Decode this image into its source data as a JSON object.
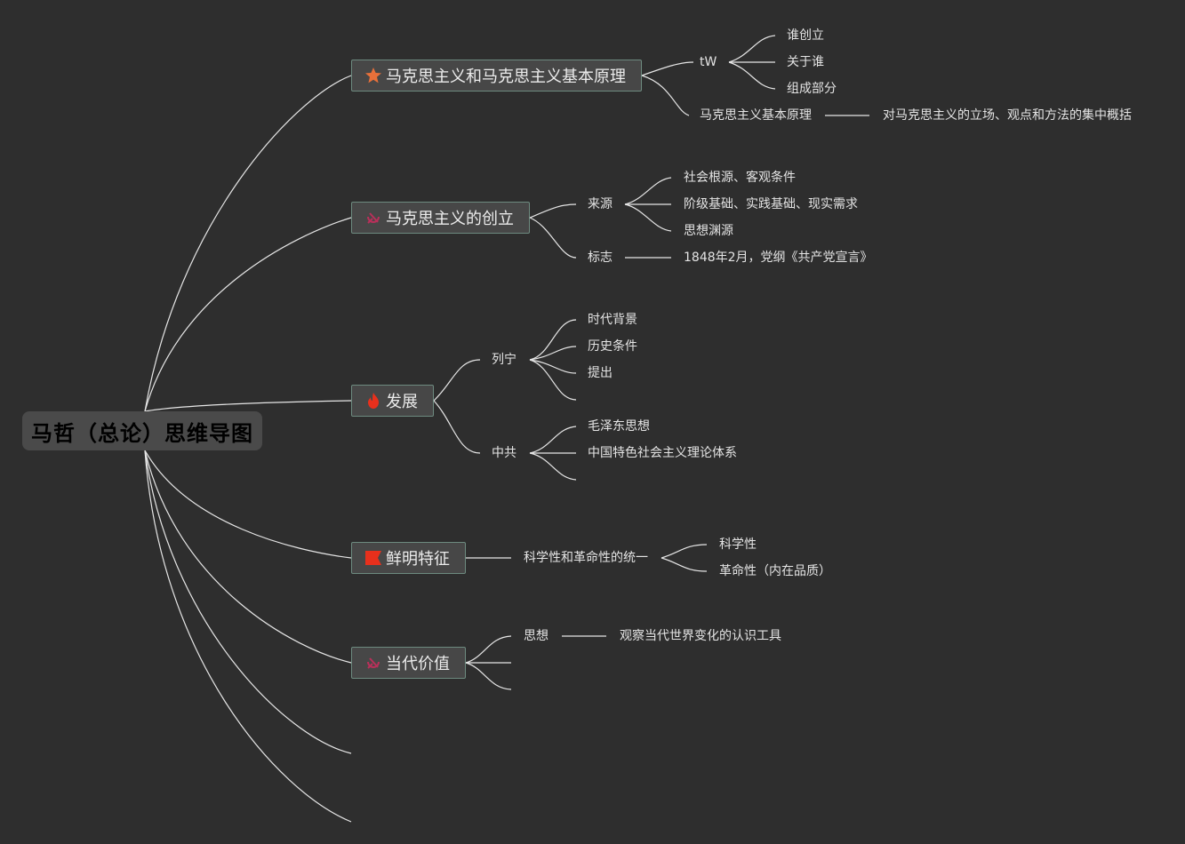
{
  "root": {
    "title": "马哲（总论）思维导图"
  },
  "branches": [
    {
      "label": "马克思主义和马克思主义基本原理",
      "icon": "star-icon",
      "children": [
        {
          "label": "tW",
          "children": [
            "谁创立",
            "关于谁",
            "组成部分"
          ]
        },
        {
          "label": "马克思主义基本原理",
          "detail": "对马克思主义的立场、观点和方法的集中概括"
        }
      ]
    },
    {
      "label": "马克思主义的创立",
      "icon": "hammer-sickle-icon",
      "children": [
        {
          "label": "来源",
          "children": [
            "社会根源、客观条件",
            "阶级基础、实践基础、现实需求",
            "思想渊源"
          ]
        },
        {
          "label": "标志",
          "detail": "1848年2月，党纲《共产党宣言》"
        }
      ]
    },
    {
      "label": "发展",
      "icon": "flame-icon",
      "children": [
        {
          "label": "列宁",
          "children": [
            "时代背景",
            "历史条件",
            "提出",
            ""
          ]
        },
        {
          "label": "中共",
          "children": [
            "毛泽东思想",
            "中国特色社会主义理论体系",
            ""
          ]
        }
      ]
    },
    {
      "label": "鲜明特征",
      "icon": "flag-icon",
      "children": [
        {
          "label": "科学性和革命性的统一",
          "children": [
            "科学性",
            "革命性（内在品质）"
          ]
        }
      ]
    },
    {
      "label": "当代价值",
      "icon": "hammer-sickle-icon",
      "children": [
        {
          "label": "思想",
          "detail": "观察当代世界变化的认识工具"
        },
        {
          "label": ""
        },
        {
          "label": ""
        }
      ]
    }
  ],
  "colors": {
    "background": "#2e2e2e",
    "line": "#e6e6e6",
    "branch_border": "#6d8a7f",
    "star": "#e8703a",
    "flame": "#e8301c",
    "flag": "#e8301c",
    "emblem": "#b8305a"
  }
}
